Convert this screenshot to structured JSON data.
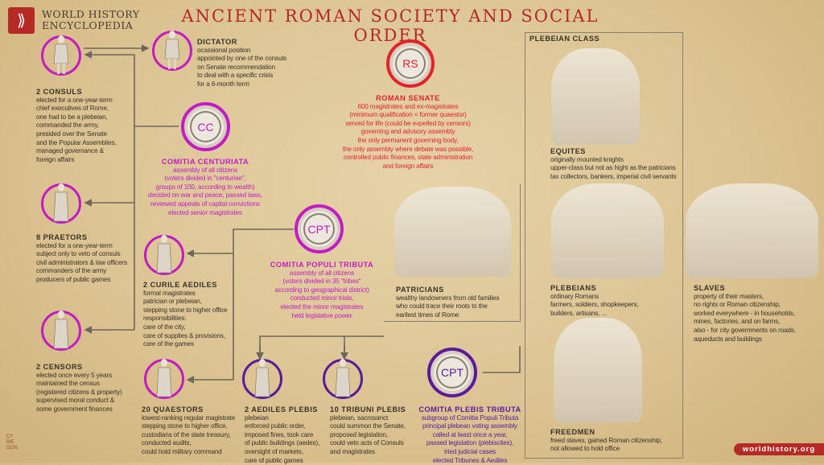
{
  "header": {
    "logo_text": "WORLD HISTORY ENCYCLOPEDIA",
    "logo_line1": "WORLD HISTORY",
    "logo_line2": "ENCYCLOPEDIA",
    "title": "ANCIENT ROMAN SOCIETY AND SOCIAL ORDER"
  },
  "colors": {
    "title": "#b5282a",
    "comitia": "#c21cc4",
    "senate": "#e5222a",
    "plebeian_assembly": "#5a1a9a",
    "brand": "#b52a25"
  },
  "magistrates": {
    "consuls": {
      "title": "2 CONSULS",
      "text": "elected for a one-year-term\nchief executives of Rome,\none had to be a plebeian,\ncommanded the army,\npresided over the Senate\nand the Popular Assemblies,\nmanaged governance & \nforeign affairs"
    },
    "dictator": {
      "title": "DICTATOR",
      "text": "ocassional position\nappointed by one of the consuls\non Senate recommendation\nto deal with a specific crisis\nfor a 6-month term"
    },
    "praetors": {
      "title": "8 PRAETORS",
      "text": "elected for a one-year-term\nsubject only to veto of consuls\ncivil administrators & law officers\ncommanders of the army\nproducers of public games"
    },
    "curile_aediles": {
      "title": "2 CURILE AEDILES",
      "text": "formal magistrates\npatrician or plebeian,\nstepping stone to higher office\nresponsibilities:\ncare of the city,\ncare of supplies & provisions,\ncare of the games"
    },
    "censors": {
      "title": "2 CENSORS",
      "text": "elected once every 5 years\nmaintained the census\n(registered citizens & property)\nsupervised moral conduct & \nsome government finances"
    },
    "quaestors": {
      "title": "20 QUAESTORS",
      "text": "lowest-ranking regular magistrate\nstepping stone to higher office,\ncustodians of the state treasury,\nconducted audits,\ncould hold military command"
    },
    "aediles_plebis": {
      "title": "2 AEDILES PLEBIS",
      "text": "plebeian\nenforced public order,\nimposed fines, took care\nof public buildings (aedes),\noversight of markets,\ncare of public games"
    },
    "tribuni_plebis": {
      "title": "10 TRIBUNI PLEBIS",
      "text": "plebeian, sacrosanct\ncould summon the Senate,\nproposed legislation,\ncould veto acts of Consuls\nand magistrates"
    }
  },
  "assemblies": {
    "centuriata": {
      "badge": "CC",
      "title": "COMITIA CENTURIATA",
      "text": "assembly of all citizens\n(voters divided in \"centuriae\",\ngroups of 100, according to wealth)\ndecided on war and peace, passed laws,\nreviewed appeals of capital convictions\nelected senior magistrates"
    },
    "senate": {
      "badge": "RS",
      "title": "ROMAN SENATE",
      "text": "600 magistrates and ex-magistrates\n(minimum qualification = former quaestor)\nserved for life (could be expelled by censors)\ngoverning and advisory assembly\nthe only permanent governing body,\nthe only assembly where debate was possible,\ncontrolled public finances, state administration\nand foreign affairs"
    },
    "populi_tributa": {
      "badge": "CPT",
      "title": "COMITIA POPULI TRIBUTA",
      "text": "assembly of all citizens\n(voters divided in 35 \"tribes\"\naccording to geographical district)\nconducted minor trials,\nelected the minor magistrates\nheld legislative power"
    },
    "plebis_tributa": {
      "badge": "CPT",
      "title": "COMITIA PLEBIS TRIBUTA",
      "text": "subgroup of Comitia Populi Tributa\nprincipal plebean voting assembly\ncalled at least once a year,\npassed legislation (plebiscites),\ntried judicial cases\nelected Tribunes & Aediles"
    }
  },
  "classes": {
    "plebeian_class_label": "PLEBEIAN CLASS",
    "patricians": {
      "title": "PATRICIANS",
      "text": "wealthy landowners from old families\nwho could trace their roots to the\nearliest times of Rome"
    },
    "equites": {
      "title": "EQUITES",
      "text": "originally mounted knights\nupper-class but not as hight as the patricians\ntax collectors, bankers, imperial civil servants"
    },
    "plebeians": {
      "title": "PLEBEIANS",
      "text": "ordinary Romans\nfarmers, soldiers, shopkeepers,\nbuilders, artisans, ..."
    },
    "freedmen": {
      "title": "FREEDMEN",
      "text": "freed slaves, gained Roman citizenship,\nnot allowed to hold office"
    },
    "slaves": {
      "title": "SLAVES",
      "text": "property of their masters,\nno rights or Roman citizenship,\nworked everywhere - in households,\nmines, factories, and on farms,\nalso - for city governments on roads,\naqueducts and buildings"
    }
  },
  "footer": {
    "url": "worldhistory.org",
    "signature": "CY BIE GON"
  }
}
